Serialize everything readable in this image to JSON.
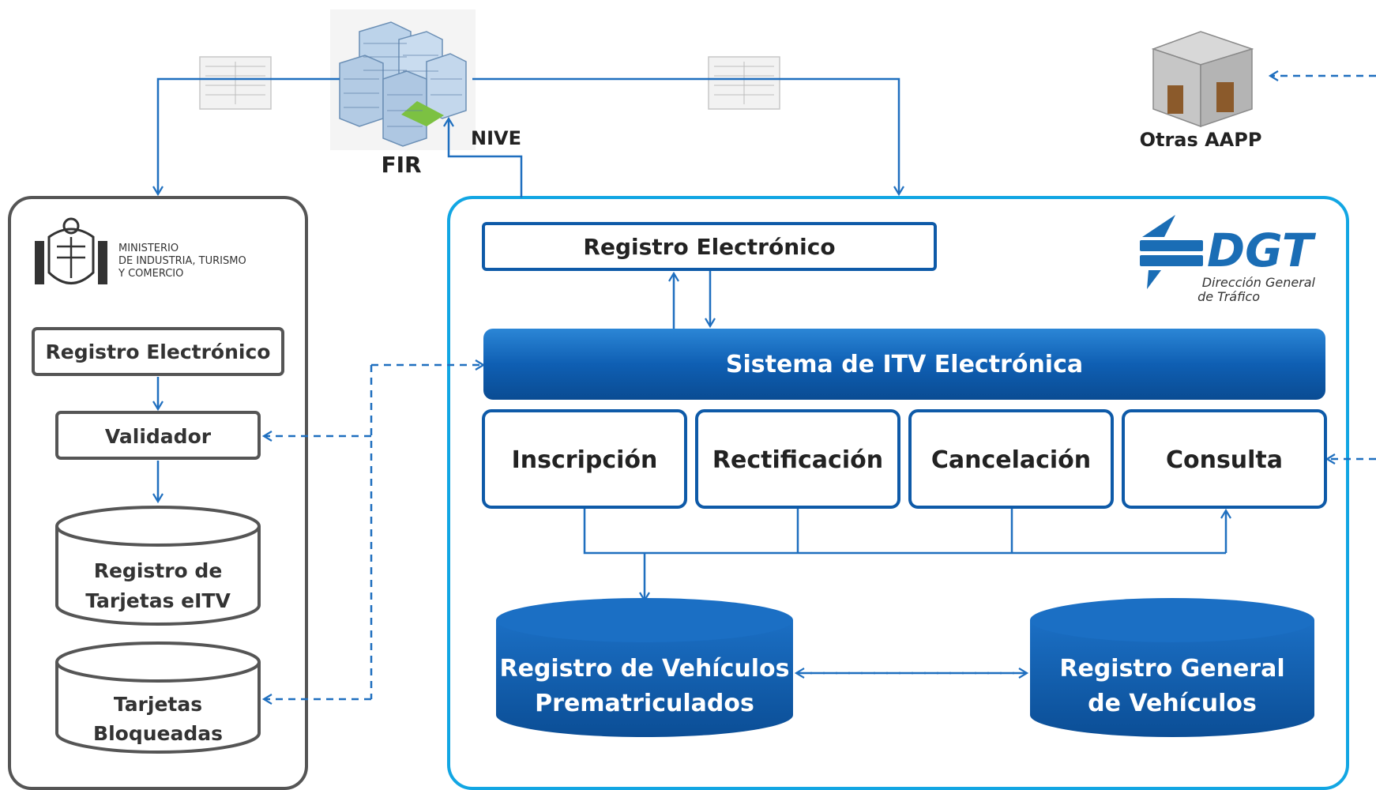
{
  "fir": {
    "label": "FIR",
    "nive_label": "NIVE"
  },
  "otras": {
    "label": "Otras AAPP"
  },
  "ministry": {
    "logo_line1": "MINISTERIO",
    "logo_line2": "DE INDUSTRIA, TURISMO",
    "logo_line3": "Y COMERCIO",
    "registro": "Registro Electrónico",
    "validador": "Validador",
    "db1_line1": "Registro de",
    "db1_line2": "Tarjetas eITV",
    "db2_line1": "Tarjetas",
    "db2_line2": "Bloqueadas"
  },
  "dgt": {
    "logo_text": "DGT",
    "logo_sub1": "Dirección General",
    "logo_sub2": "de Tráfico",
    "registro": "Registro Electrónico",
    "system": "Sistema de ITV Electrónica",
    "modules": [
      "Inscripción",
      "Rectificación",
      "Cancelación",
      "Consulta"
    ],
    "db1_line1": "Registro de Vehículos",
    "db1_line2": "Prematriculados",
    "db2_line1": "Registro General",
    "db2_line2": "de Vehículos"
  },
  "colors": {
    "line_blue": "#1f6fbf",
    "dgt_border": "#12a6e3",
    "ministry_border": "#555555",
    "dark_blue": "#0e5aa8",
    "logo_blue": "#1a6db5"
  }
}
